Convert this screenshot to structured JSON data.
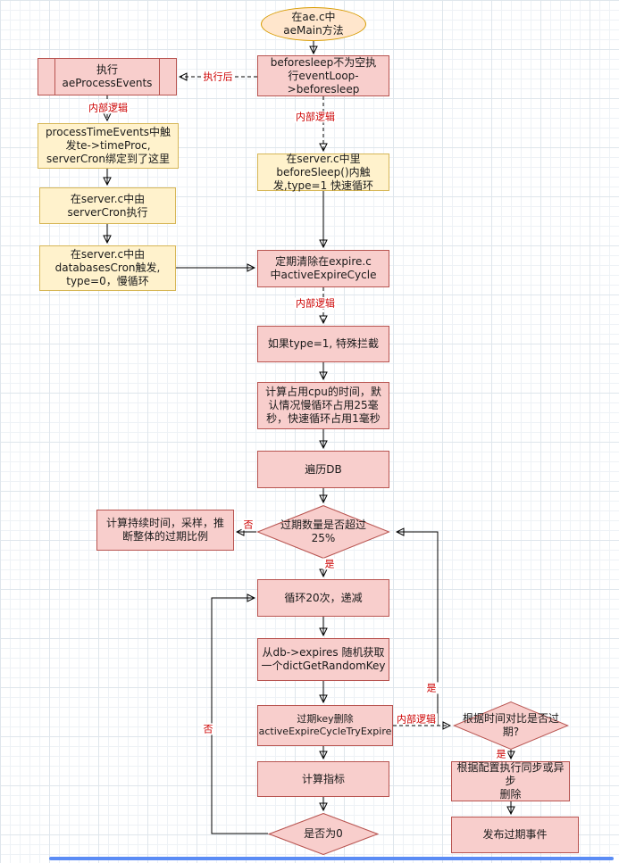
{
  "colors": {
    "node_pink_fill": "#f8cecc",
    "node_pink_border": "#b85450",
    "node_yellow_fill": "#fff2cc",
    "node_yellow_border": "#d6b656",
    "node_orange_fill": "#ffe6cc",
    "node_orange_border": "#d79b00",
    "edge_label_red": "#cc0000",
    "scrollbar_blue": "#5b8cf5"
  },
  "nodes": {
    "aemain": "在ae.c中\naeMain方法",
    "beforesleep_exec": "beforesleep不为空执\n行eventLoop-\n>beforesleep",
    "aeprocessevents": "执行\naeProcessEvents",
    "processtimeevents": "processTimeEvents中触\n发te->timeProc,\nserverCron绑定到了这里",
    "servercron": "在server.c中由\nserverCron执行",
    "databasescron": "在server.c中由\ndatabasesCron触发,\ntype=0，慢循环",
    "beforesleep_trigger": "在server.c中里\nbeforeSleep()内触\n发,type=1 快速循环",
    "activeexpirecycle": "定期清除在expire.c\n中activeExpireCycle",
    "type1_intercept": "如果type=1, 特殊拦截",
    "cpu_time": "计算占用cpu的时间，默\n认情况慢循环占用25毫\n秒，快速循环占用1毫秒",
    "iterate_db": "遍历DB",
    "expired_ratio_decision": "过期数量是否超过\n25%",
    "estimate_sample": "计算持续时间，采样，推\n断整体的过期比例",
    "loop20": "循环20次，递减",
    "random_key": "从db->expires 随机获取\n一个dictGetRandomKey",
    "tryexpire": "过期key删除\nactiveExpireCycleTryExpire",
    "expire_compare_decision": "根据时间对比是否过\n期?",
    "sync_async_delete": "根据配置执行同步或异步\n删除",
    "publish_event": "发布过期事件",
    "metrics": "计算指标",
    "zero_decision": "是否为0"
  },
  "edge_labels": {
    "exec_after": "执行后",
    "internal_logic": "内部逻辑",
    "yes": "是",
    "no": "否"
  }
}
